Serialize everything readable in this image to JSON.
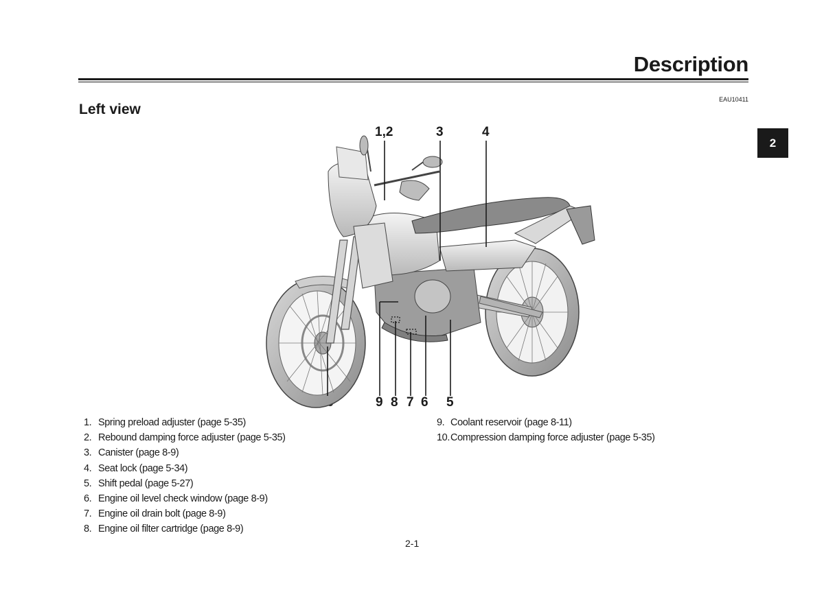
{
  "header": {
    "title": "Description",
    "code": "EAU10411"
  },
  "section": {
    "title": "Left view"
  },
  "chapter_tab": "2",
  "figure": {
    "callouts_top": [
      "1,2",
      "3",
      "4"
    ],
    "callouts_bottom": [
      "10",
      "9",
      "8",
      "7",
      "6",
      "5"
    ]
  },
  "parts_left": [
    {
      "num": "1.",
      "text": "Spring preload adjuster (page 5-35)"
    },
    {
      "num": "2.",
      "text": "Rebound damping force adjuster (page 5-35)"
    },
    {
      "num": "3.",
      "text": "Canister (page 8-9)"
    },
    {
      "num": "4.",
      "text": "Seat lock (page 5-34)"
    },
    {
      "num": "5.",
      "text": "Shift pedal (page 5-27)"
    },
    {
      "num": "6.",
      "text": "Engine oil level check window (page 8-9)"
    },
    {
      "num": "7.",
      "text": "Engine oil drain bolt (page 8-9)"
    },
    {
      "num": "8.",
      "text": "Engine oil filter cartridge (page 8-9)"
    }
  ],
  "parts_right": [
    {
      "num": "9.",
      "text": "Coolant reservoir (page 8-11)"
    },
    {
      "num": "10.",
      "text": "Compression damping force adjuster (page 5-35)"
    }
  ],
  "page_number": "2-1"
}
